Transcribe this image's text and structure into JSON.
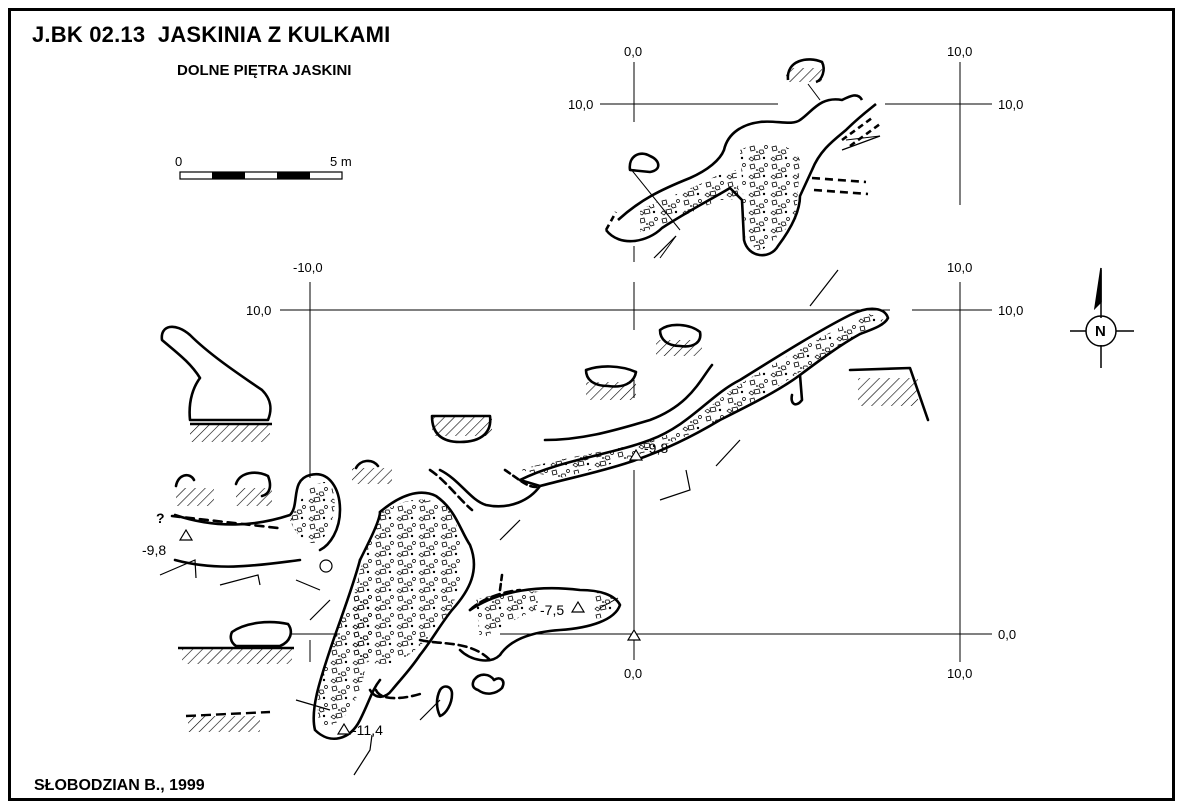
{
  "header": {
    "title": "J.BK 02.13  JASKINIA Z KULKAMI",
    "subtitle": "DOLNE PIĘTRA JASKINI"
  },
  "footer": {
    "author": "SŁOBODZIAN B., 1999"
  },
  "scale_bar": {
    "start_label": "0",
    "end_label": "5 m"
  },
  "north_arrow": {
    "label": "N"
  },
  "upper_grid": {
    "top_left": "0,0",
    "top_right": "10,0",
    "left": "10,0",
    "right": "10,0"
  },
  "main_grid": {
    "top_left": "-10,0",
    "top_right": "10,0",
    "left_top": "10,0",
    "right_top": "10,0",
    "right_bottom": "0,0",
    "bottom_mid": "0,0",
    "bottom_right": "10,0"
  },
  "depth_marks": {
    "west": "-9,8",
    "central": "-9,8",
    "east": "-7,5",
    "south": "-11,4",
    "unknown": "?"
  },
  "colors": {
    "ink": "#000000",
    "paper": "#ffffff"
  }
}
